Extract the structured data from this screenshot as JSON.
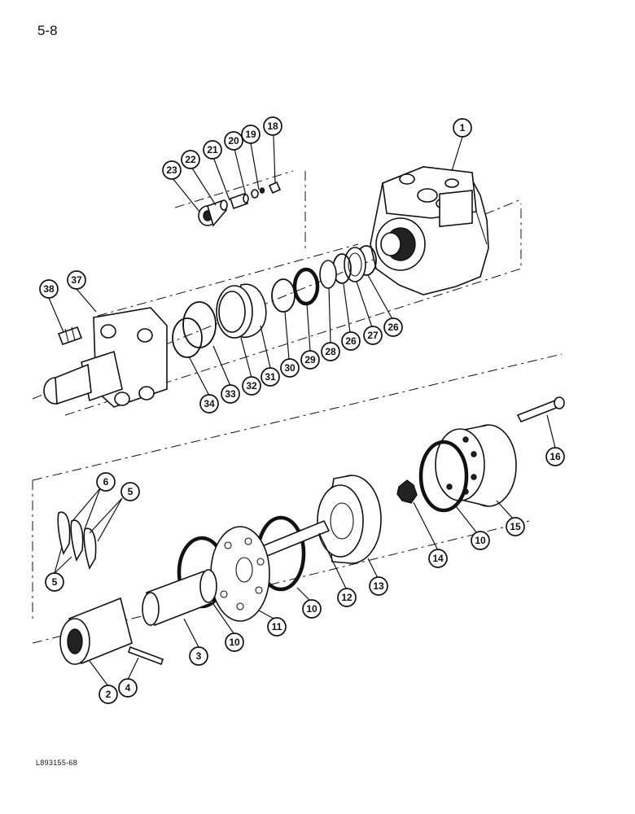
{
  "page": {
    "number": "5-8",
    "figure_code": "L893155-68"
  },
  "callouts": [
    "1",
    "2",
    "3",
    "4",
    "5",
    "5",
    "6",
    "10",
    "10",
    "10",
    "11",
    "12",
    "13",
    "14",
    "15",
    "16",
    "18",
    "19",
    "20",
    "21",
    "22",
    "23",
    "26",
    "26",
    "27",
    "28",
    "29",
    "30",
    "31",
    "32",
    "33",
    "34",
    "37",
    "38"
  ]
}
